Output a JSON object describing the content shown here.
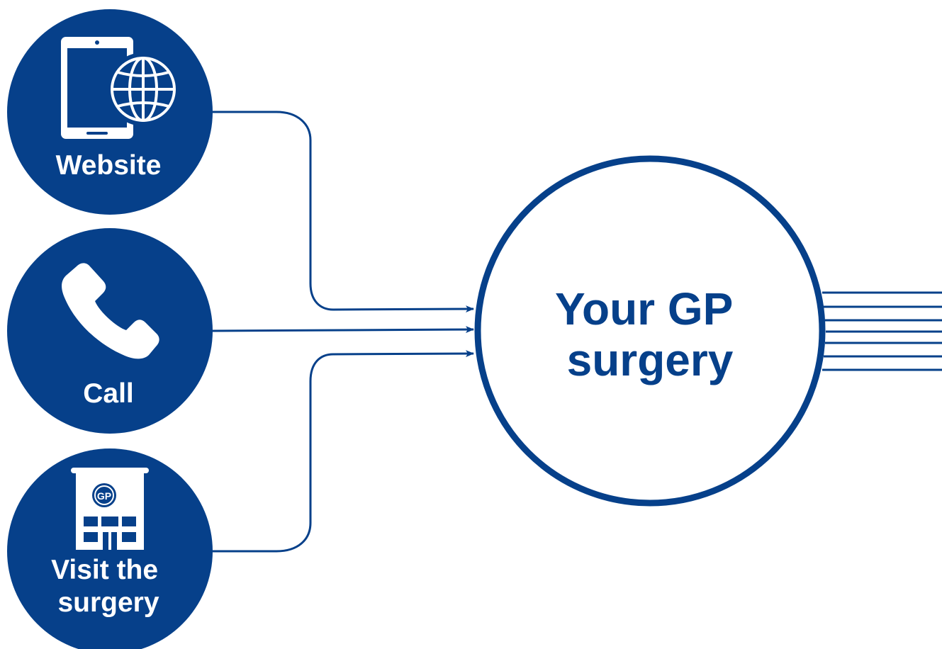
{
  "colors": {
    "primary": "#06408a",
    "background": "#ffffff"
  },
  "channels": [
    {
      "label_lines": [
        "Website"
      ],
      "icon": "tablet-globe-icon"
    },
    {
      "label_lines": [
        "Call"
      ],
      "icon": "phone-icon"
    },
    {
      "label_lines": [
        "Visit the",
        "surgery"
      ],
      "icon": "gp-building-icon"
    }
  ],
  "hub": {
    "label_lines": [
      "Your GP",
      "surgery"
    ]
  }
}
